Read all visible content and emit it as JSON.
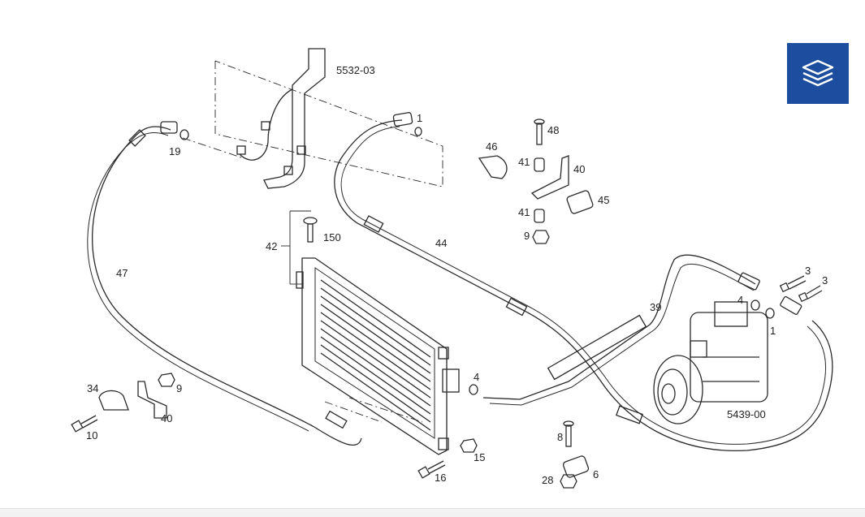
{
  "labels": {
    "p5532": "5532-03",
    "p5439": "5439-00",
    "p1a": "1",
    "p1b": "1",
    "p3a": "3",
    "p3b": "3",
    "p4a": "4",
    "p4b": "4",
    "p6": "6",
    "p8": "8",
    "p9a": "9",
    "p9b": "9",
    "p10": "10",
    "p15": "15",
    "p16": "16",
    "p19": "19",
    "p28": "28",
    "p34": "34",
    "p39": "39",
    "p40a": "40",
    "p40b": "40",
    "p41a": "41",
    "p41b": "41",
    "p42": "42",
    "p44": "44",
    "p45": "45",
    "p46": "46",
    "p47": "47",
    "p48": "48",
    "p150": "150"
  },
  "icons": {
    "layers": "layers-icon"
  },
  "colors": {
    "accent": "#1c4d9e",
    "line": "#2a2a2a"
  }
}
